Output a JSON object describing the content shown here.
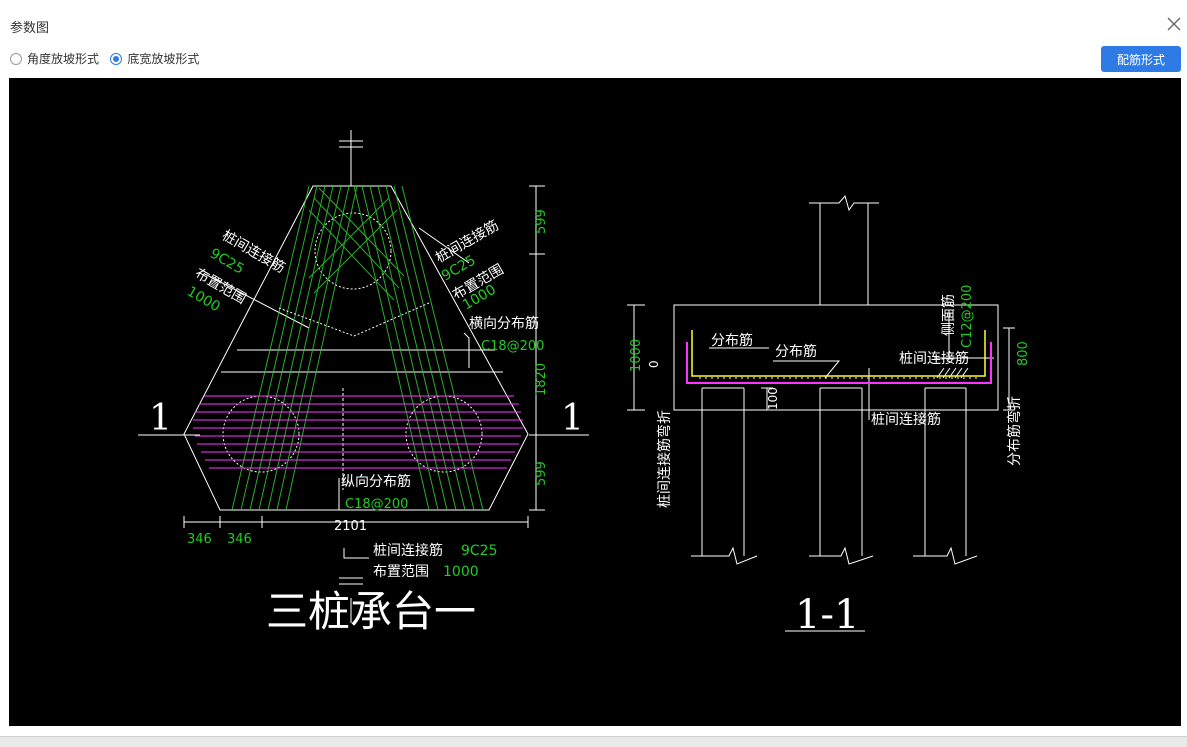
{
  "dialog": {
    "title": "参数图",
    "close_icon": "close-icon",
    "radio_angle_label": "角度放坡形式",
    "radio_width_label": "底宽放坡形式",
    "selected_mode": "底宽放坡形式",
    "rebar_button_label": "配筋形式"
  },
  "drawing": {
    "colors": {
      "background": "#000000",
      "line": "#ffffff",
      "green_text": "#22cc22",
      "hatch": "#33cc33",
      "magenta": "#ff33ff",
      "yellow": "#ffff33",
      "cyan": "#33cccc"
    },
    "plan": {
      "title": "三桩承台一",
      "section_mark_left": "1",
      "section_mark_right": "1",
      "left_tie_label": "桩间连接筋",
      "left_tie_spec": "9C25",
      "left_range_label": "布置范围",
      "left_range_value": "1000",
      "right_tie_label": "桩间连接筋",
      "right_tie_spec": "9C25",
      "right_range_label": "布置范围",
      "right_range_value": "1000",
      "transverse_label": "横向分布筋",
      "transverse_spec": "C18@200",
      "longitudinal_label": "纵向分布筋",
      "longitudinal_spec": "C18@200",
      "bottom_tie_label": "桩间连接筋",
      "bottom_tie_spec": "9C25",
      "bottom_range_label": "布置范围",
      "bottom_range_value": "1000",
      "dim_top": "599",
      "dim_mid": "1820",
      "dim_bottom": "599",
      "dim_left_1": "346",
      "dim_left_2": "346",
      "dim_width": "2101"
    },
    "section": {
      "title": "1-1",
      "dist_label_1": "分布筋",
      "dist_label_2": "分布筋",
      "side_label": "侧面筋",
      "side_spec": "C12@200",
      "tie_label_top": "桩间连接筋",
      "tie_label_bottom": "桩间连接筋",
      "left_vertical_label": "桩间连接筋弯折",
      "right_vertical_label": "分布筋弯折",
      "dim_height": "1000",
      "dim_zero": "0",
      "dim_100": "100",
      "dim_800": "800"
    }
  }
}
